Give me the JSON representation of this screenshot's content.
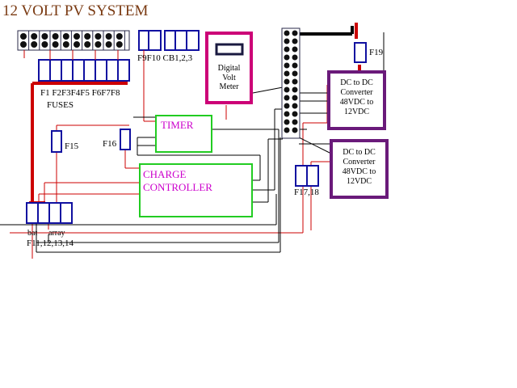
{
  "title": "12  VOLT  PV  SYSTEM",
  "labels": {
    "fuse_numbers": "F1  F2F3F4F5  F6F7F8",
    "fuses": "FUSES",
    "f9_cb": "F9F10  CB1,2,3",
    "f15": "F15",
    "f16": "F16",
    "f19": "F19",
    "f17_18": "F17,18",
    "bat": "bat",
    "array": "array",
    "f11_14": "F11,12,13,14"
  },
  "boxes": {
    "timer": "TIMER",
    "charge_controller_line1": "CHARGE",
    "charge_controller_line2": "CONTROLLER",
    "dvm_line1": "Digital",
    "dvm_line2": "Volt",
    "dvm_line3": "Meter",
    "converter1": [
      "DC to DC",
      "Converter",
      "48VDC to",
      "12VDC"
    ],
    "converter2": [
      "DC to DC",
      "Converter",
      "48VDC to",
      "12VDC"
    ]
  },
  "colors": {
    "wire_red": "#cc0000",
    "wire_black": "#000000",
    "fuse_blue": "#1010a0",
    "box_green": "#22cc22",
    "box_magenta": "#cc0077",
    "box_purple": "#6a1a7a",
    "title_brown": "#7a3a12"
  }
}
